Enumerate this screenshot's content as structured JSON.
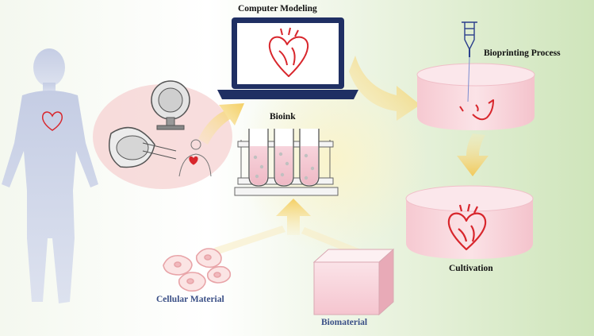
{
  "labels": {
    "computer_modeling": "Computer Modeling",
    "bioink": "Bioink",
    "bioprinting_process": "Bioprinting  Process",
    "cultivation": "Cultivation",
    "cellular_material": "Cellular Material",
    "biomaterial": "Biomaterial"
  },
  "colors": {
    "heart_red": "#d8262c",
    "dish_pink": "#f7d3d9",
    "laptop_navy": "#1f2f63",
    "arrow_yellow": "#f6d77e",
    "background_green": "#d6e9c4",
    "label_blue": "#3a4f86"
  }
}
